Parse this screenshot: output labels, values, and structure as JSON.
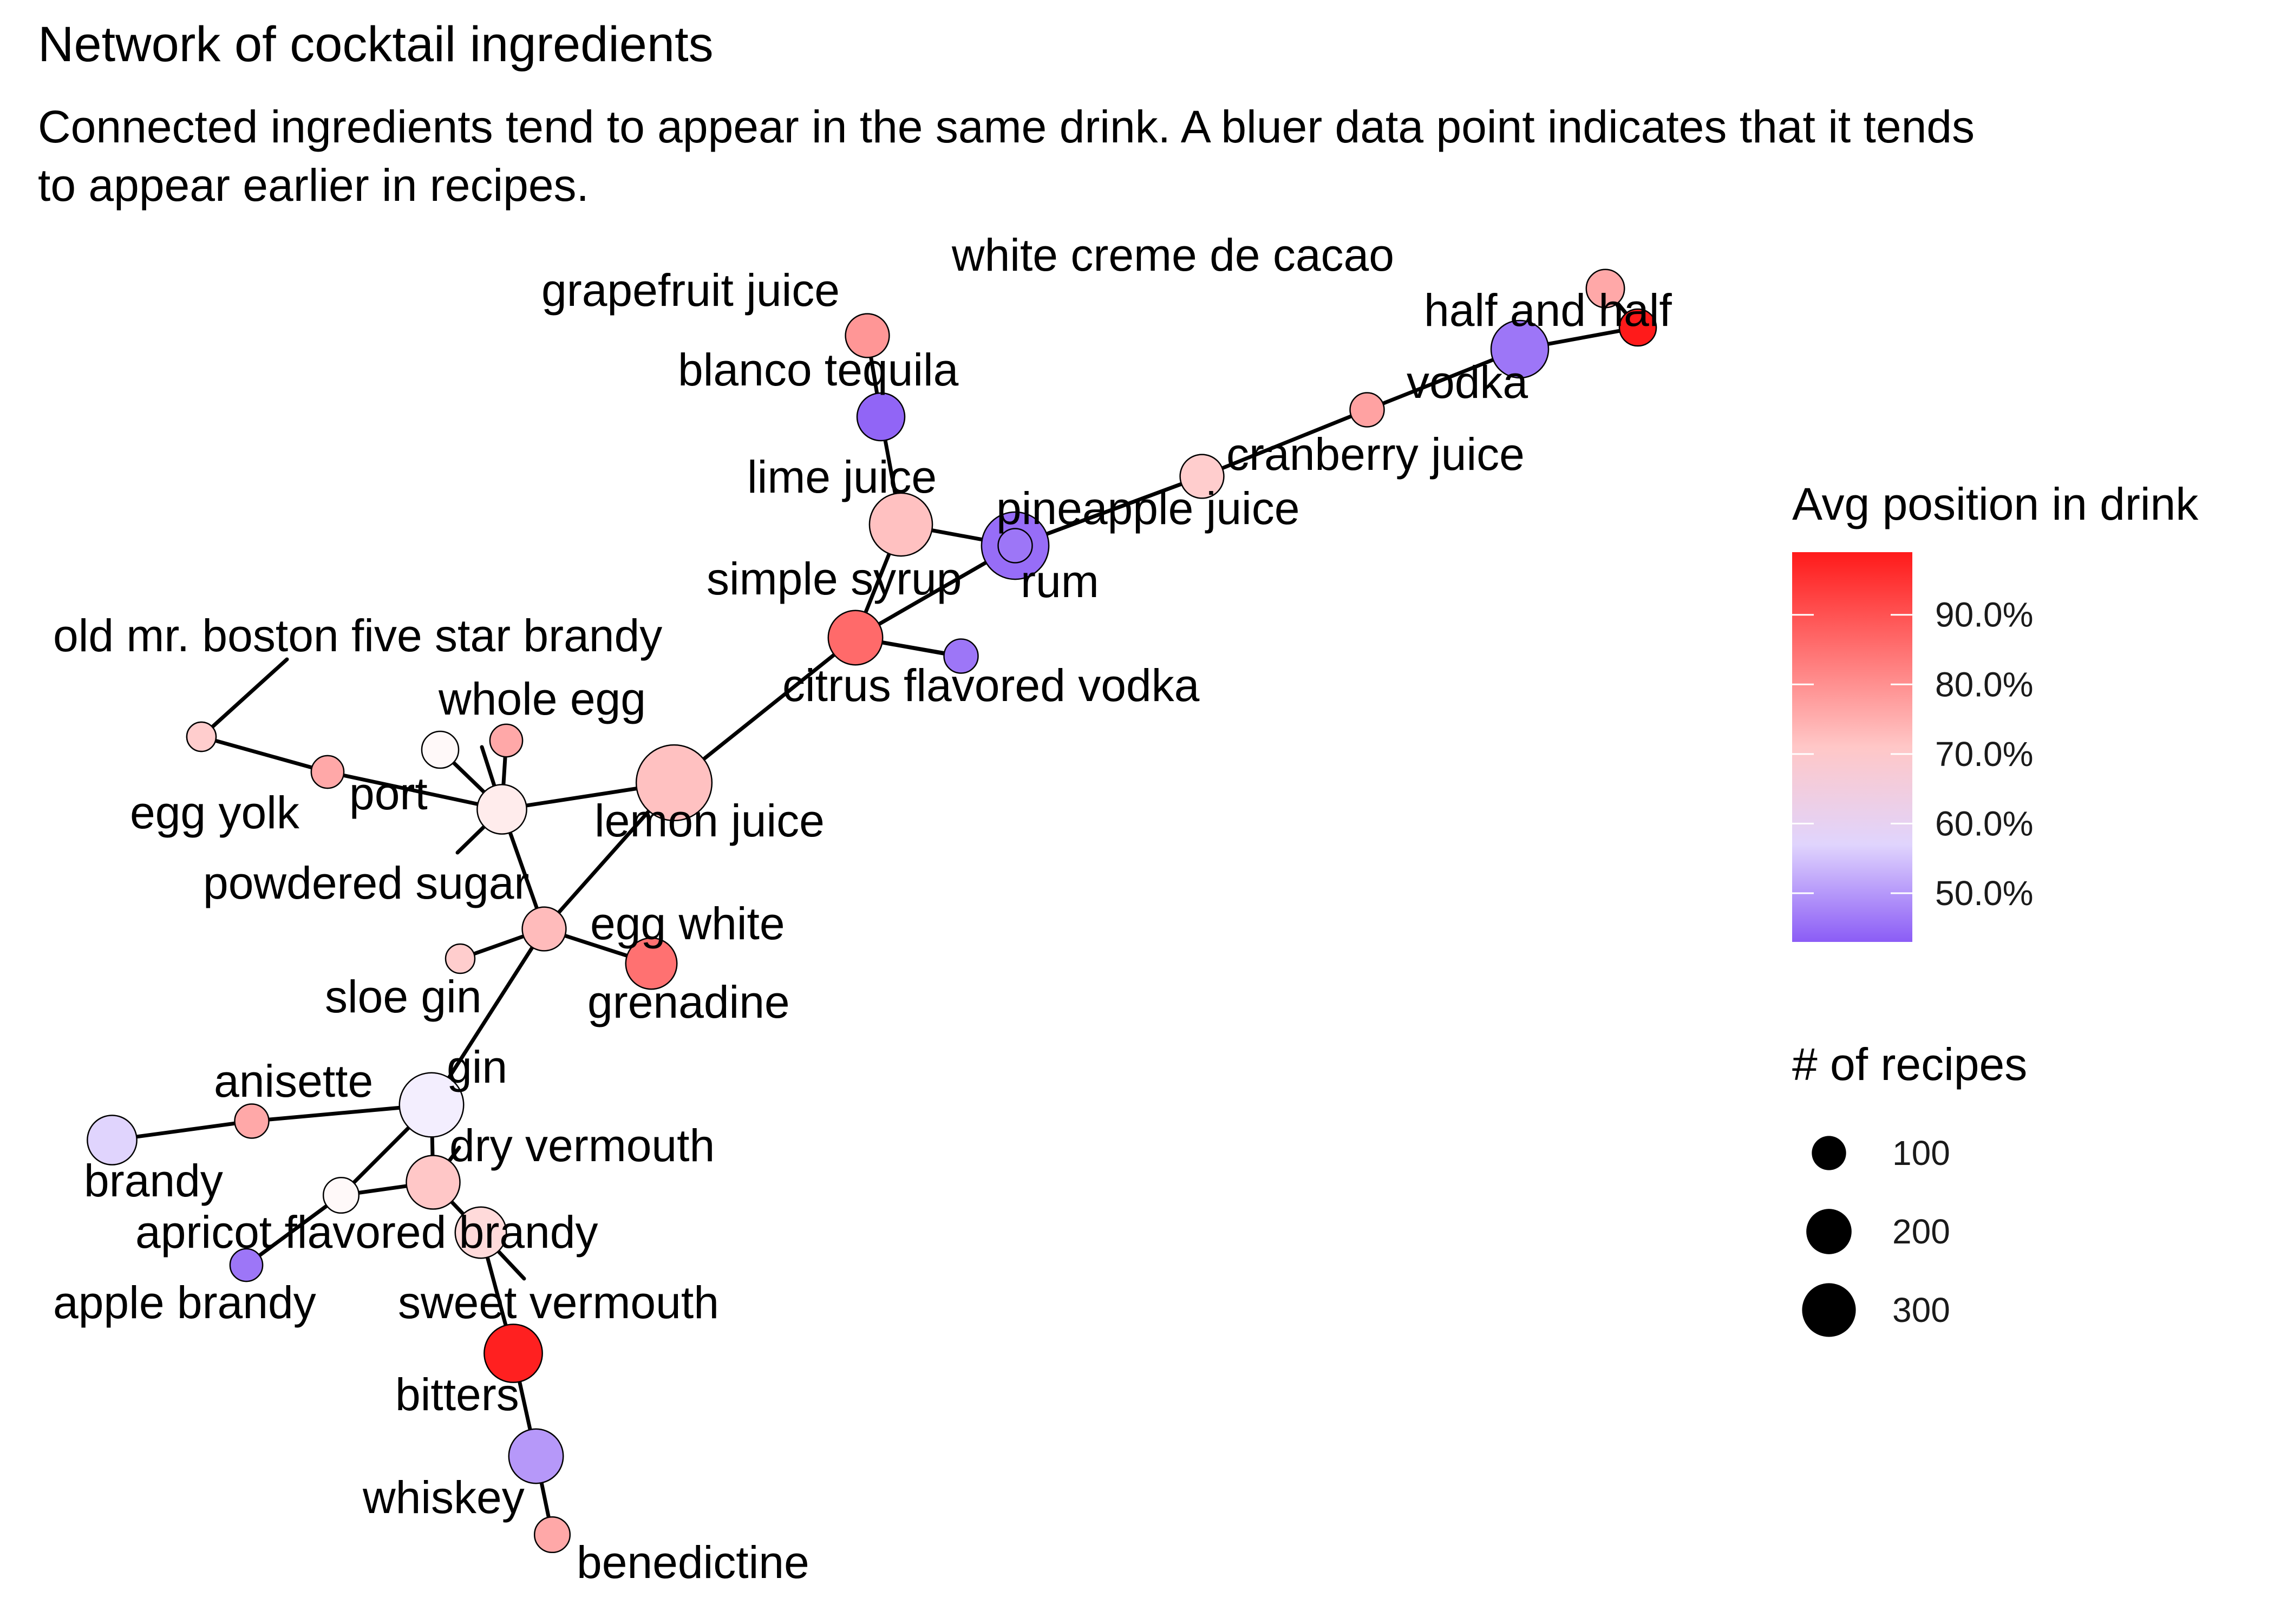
{
  "title": "Network of cocktail ingredients",
  "subtitle": "Connected ingredients tend to appear in the same drink. A bluer data point indicates that it tends to appear earlier in recipes.",
  "legend": {
    "color_title": "Avg position in drink",
    "color_ticks": [
      "90.0%",
      "80.0%",
      "70.0%",
      "60.0%",
      "50.0%"
    ],
    "color_tick_values": [
      90,
      80,
      70,
      60,
      50
    ],
    "color_range": [
      43,
      99
    ],
    "gradient": {
      "low": "#8b5cf6",
      "mid": "#ffffff",
      "mid_value": 62,
      "high": "#ff1a1a"
    },
    "size_title": "# of recipes",
    "size_ticks": [
      "100",
      "200",
      "300"
    ],
    "size_tick_values": [
      100,
      200,
      300
    ]
  },
  "nodes": [
    {
      "id": "white creme de cacao",
      "label": "white creme de cacao",
      "position": 76,
      "recipes": 55
    },
    {
      "id": "half and half",
      "label": "half and half",
      "position": 99,
      "recipes": 50
    },
    {
      "id": "vodka",
      "label": "vodka",
      "position": 46,
      "recipes": 160
    },
    {
      "id": "vodka2",
      "label": "vodka",
      "position": 77,
      "recipes": 40
    },
    {
      "id": "cranberry juice",
      "label": "cranberry juice",
      "position": 70,
      "recipes": 80
    },
    {
      "id": "pineapple juice",
      "label": "pineapple juice",
      "position": 45,
      "recipes": 235
    },
    {
      "id": "rum",
      "label": "rum",
      "position": 46,
      "recipes": 40
    },
    {
      "id": "grapefruit juice",
      "label": "grapefruit juice",
      "position": 79,
      "recipes": 80
    },
    {
      "id": "blanco tequila",
      "label": "blanco tequila",
      "position": 44,
      "recipes": 100
    },
    {
      "id": "lime juice",
      "label": "lime juice",
      "position": 72,
      "recipes": 200
    },
    {
      "id": "simple syrup",
      "label": "simple syrup",
      "position": 86,
      "recipes": 140
    },
    {
      "id": "citrus flavored vodka",
      "label": "citrus flavored vodka",
      "position": 46,
      "recipes": 40
    },
    {
      "id": "lemon juice",
      "label": "lemon juice",
      "position": 72,
      "recipes": 310
    },
    {
      "id": "old mr. boston five star brandy",
      "label": "old mr. boston five star brandy",
      "position": 70,
      "recipes": 25
    },
    {
      "id": "egg yolk",
      "label": "egg yolk",
      "position": 70,
      "recipes": 25
    },
    {
      "id": "port",
      "label": "port",
      "position": 76,
      "recipes": 35
    },
    {
      "id": "whole egg",
      "label": "whole egg",
      "position": 76,
      "recipes": 35
    },
    {
      "id": "powdered sugar",
      "label": "powdered sugar",
      "position": 63,
      "recipes": 50
    },
    {
      "id": "powdered sugar2",
      "label": "powdered sugar",
      "position": 65,
      "recipes": 110
    },
    {
      "id": "egg white",
      "label": "egg white",
      "position": 73,
      "recipes": 80
    },
    {
      "id": "sloe gin",
      "label": "sloe gin",
      "position": 70,
      "recipes": 25
    },
    {
      "id": "grenadine",
      "label": "grenadine",
      "position": 85,
      "recipes": 120
    },
    {
      "id": "gin",
      "label": "gin",
      "position": 60,
      "recipes": 210
    },
    {
      "id": "anisette",
      "label": "anisette",
      "position": 76,
      "recipes": 40
    },
    {
      "id": "brandy",
      "label": "brandy",
      "position": 57,
      "recipes": 110
    },
    {
      "id": "dry vermouth",
      "label": "dry vermouth",
      "position": 71,
      "recipes": 135
    },
    {
      "id": "apricot flavored brandy",
      "label": "apricot flavored brandy",
      "position": 63,
      "recipes": 45
    },
    {
      "id": "apple brandy",
      "label": "apple brandy",
      "position": 46,
      "recipes": 35
    },
    {
      "id": "sweet vermouth",
      "label": "sweet vermouth",
      "position": 68,
      "recipes": 120
    },
    {
      "id": "bitters",
      "label": "bitters",
      "position": 98,
      "recipes": 165
    },
    {
      "id": "whiskey",
      "label": "whiskey",
      "position": 50,
      "recipes": 140
    },
    {
      "id": "benedictine",
      "label": "benedictine",
      "position": 76,
      "recipes": 45
    }
  ],
  "edges": [
    [
      "white creme de cacao",
      "half and half"
    ],
    [
      "half and half",
      "vodka"
    ],
    [
      "vodka",
      "vodka2"
    ],
    [
      "vodka2",
      "cranberry juice"
    ],
    [
      "cranberry juice",
      "pineapple juice"
    ],
    [
      "grapefruit juice",
      "blanco tequila"
    ],
    [
      "blanco tequila",
      "lime juice"
    ],
    [
      "lime juice",
      "pineapple juice"
    ],
    [
      "lime juice",
      "simple syrup"
    ],
    [
      "simple syrup",
      "rum"
    ],
    [
      "simple syrup",
      "citrus flavored vodka"
    ],
    [
      "simple syrup",
      "lemon juice"
    ],
    [
      "old mr. boston five star brandy",
      "egg yolk"
    ],
    [
      "egg yolk",
      "port"
    ],
    [
      "port",
      "powdered sugar2"
    ],
    [
      "whole egg",
      "powdered sugar2"
    ],
    [
      "powdered sugar",
      "powdered sugar2"
    ],
    [
      "lemon juice",
      "powdered sugar2"
    ],
    [
      "powdered sugar2",
      "egg white"
    ],
    [
      "lemon juice",
      "egg white"
    ],
    [
      "egg white",
      "sloe gin"
    ],
    [
      "egg white",
      "grenadine"
    ],
    [
      "egg white",
      "gin"
    ],
    [
      "gin",
      "anisette"
    ],
    [
      "anisette",
      "brandy"
    ],
    [
      "gin",
      "dry vermouth"
    ],
    [
      "gin",
      "apricot flavored brandy"
    ],
    [
      "apricot flavored brandy",
      "apple brandy"
    ],
    [
      "apricot flavored brandy",
      "dry vermouth"
    ],
    [
      "dry vermouth",
      "sweet vermouth"
    ],
    [
      "sweet vermouth",
      "bitters"
    ],
    [
      "bitters",
      "whiskey"
    ],
    [
      "whiskey",
      "benedictine"
    ]
  ]
}
